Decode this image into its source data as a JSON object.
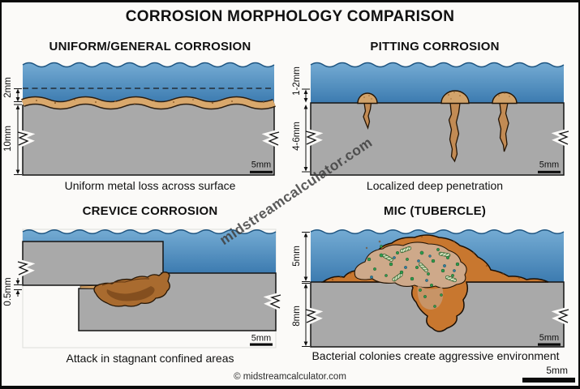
{
  "title": "CORROSION MORPHOLOGY COMPARISON",
  "watermark": "midstreamcalculator.com",
  "panels": {
    "uniform": {
      "title": "UNIFORM/GENERAL CORROSION",
      "caption": "Uniform metal loss across surface",
      "dims": {
        "corrosion_depth": "2mm",
        "metal_thickness": "10mm"
      },
      "scale": "5mm"
    },
    "pitting": {
      "title": "PITTING CORROSION",
      "caption": "Localized deep penetration",
      "dims": {
        "cap_height": "1-2mm",
        "pit_depth": "4-6mm"
      },
      "scale": "5mm"
    },
    "crevice": {
      "title": "CREVICE CORROSION",
      "caption": "Attack in stagnant confined areas",
      "dims": {
        "gap": "0.5mm"
      },
      "scale": "5mm"
    },
    "mic": {
      "title": "MIC (TUBERCLE)",
      "caption": "Bacterial colonies create aggressive environment",
      "dims": {
        "tubercle_height": "5mm",
        "metal_thickness": "8mm"
      },
      "scale": "5mm"
    }
  },
  "footer": {
    "copyright": "© midstreamcalculator.com",
    "scale_label": "5mm"
  },
  "colors": {
    "water_top": "#74ABD3",
    "water_deep": "#3C7BB0",
    "metal": "#A9A9A9",
    "corrosion_tan": "#D9A86C",
    "pit_fill": "#C28B54",
    "crevice_brown": "#A96B2F",
    "tubercle_shell": "#C8772F",
    "tubercle_inner": "#CEA98A",
    "bacteria_green": "#2E9B4B",
    "bacteria_teal": "#2F7E9E"
  }
}
